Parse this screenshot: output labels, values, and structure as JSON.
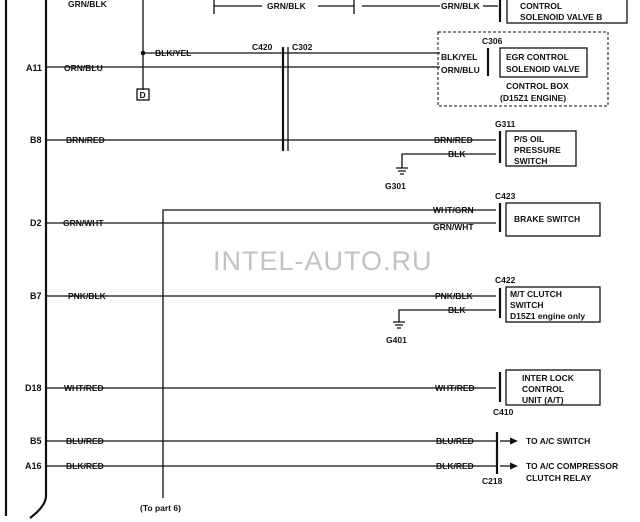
{
  "watermark": "INTEL-AUTO.RU",
  "pins": [
    "A11",
    "B8",
    "D2",
    "B7",
    "D18",
    "B5",
    "A16"
  ],
  "wires": {
    "top_a": "GRN/BLK",
    "top_b": "GRN/BLK",
    "top_c": "GRN/BLK",
    "a11": "ORN/BLU",
    "a11_branch": "BLK/YEL",
    "b8": "BRN/RED",
    "d2": "GRN/WHT",
    "b7": "PNK/BLK",
    "d18": "WHT/RED",
    "b5": "BLU/RED",
    "a16": "BLK/RED"
  },
  "connectors": {
    "c420": "C420",
    "c302": "C302",
    "c306": "C306",
    "g311": "G311",
    "c423": "C423",
    "c422": "C422",
    "c410": "C410",
    "c218": "C218",
    "g301": "G301",
    "g401": "G401"
  },
  "components": {
    "solenoid_b": [
      "CONTROL",
      "SOLENOID VALVE B"
    ],
    "egr": {
      "left_labels": [
        "BLK/YEL",
        "ORN/BLU"
      ],
      "lines": [
        "EGR CONTROL",
        "SOLENOID VALVE"
      ],
      "box_lines": [
        "CONTROL BOX",
        "(D15Z1 ENGINE)"
      ]
    },
    "ps_switch": {
      "left_labels": [
        "BRN/RED",
        "BLK"
      ],
      "lines": [
        "P/S OIL",
        "PRESSURE",
        "SWITCH"
      ]
    },
    "brake": {
      "left_labels": [
        "WHT/GRN",
        "GRN/WHT"
      ],
      "lines": [
        "BRAKE SWITCH"
      ]
    },
    "clutch": {
      "left_labels": [
        "PNK/BLK",
        "BLK"
      ],
      "lines": [
        "M/T CLUTCH",
        "SWITCH",
        "D15Z1 engine only"
      ]
    },
    "interlock": {
      "left_labels": [
        "WHT/RED"
      ],
      "lines": [
        "INTER LOCK",
        "CONTROL",
        "UNIT (A/T)"
      ]
    },
    "ac": {
      "left_labels": [
        "BLU/RED",
        "BLK/RED"
      ],
      "lines": [
        "TO A/C SWITCH",
        "TO A/C COMPRESSOR",
        "CLUTCH RELAY"
      ]
    }
  },
  "ref_d": "D",
  "to_part": "(To part 6)"
}
